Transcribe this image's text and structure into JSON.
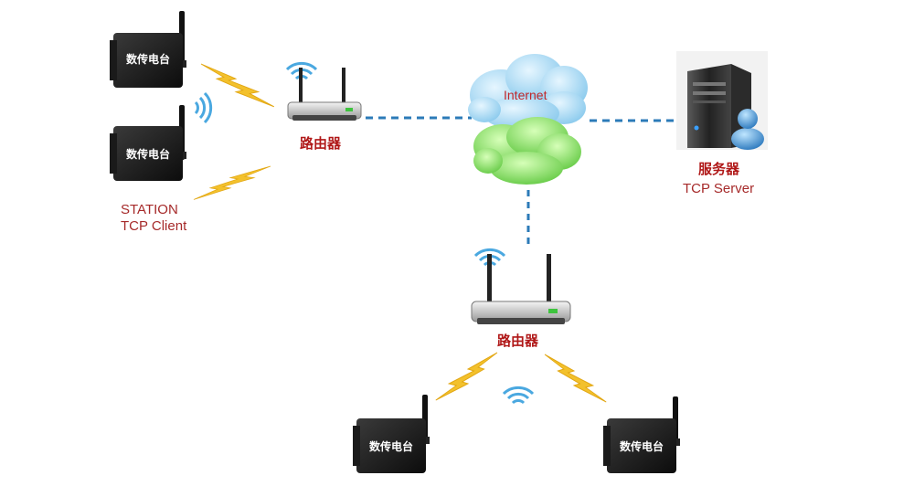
{
  "labels": {
    "radio": "数传电台",
    "router": "路由器",
    "internet": "Internet",
    "server_cn": "服务器",
    "server_role": "TCP Server",
    "station_name": "STATION",
    "station_role": "TCP Client"
  },
  "colors": {
    "link": "#2c7bb8",
    "lightning": "#f3c12c",
    "wifi": "#4aa8e0",
    "cloud_blue": "#9fd4ef",
    "cloud_green": "#7fd84e",
    "label_red": "#b01818"
  },
  "icons": [
    "radio-device-icon",
    "router-icon",
    "wifi-signal-icon",
    "lightning-icon",
    "cloud-icon",
    "server-icon",
    "user-icon"
  ]
}
